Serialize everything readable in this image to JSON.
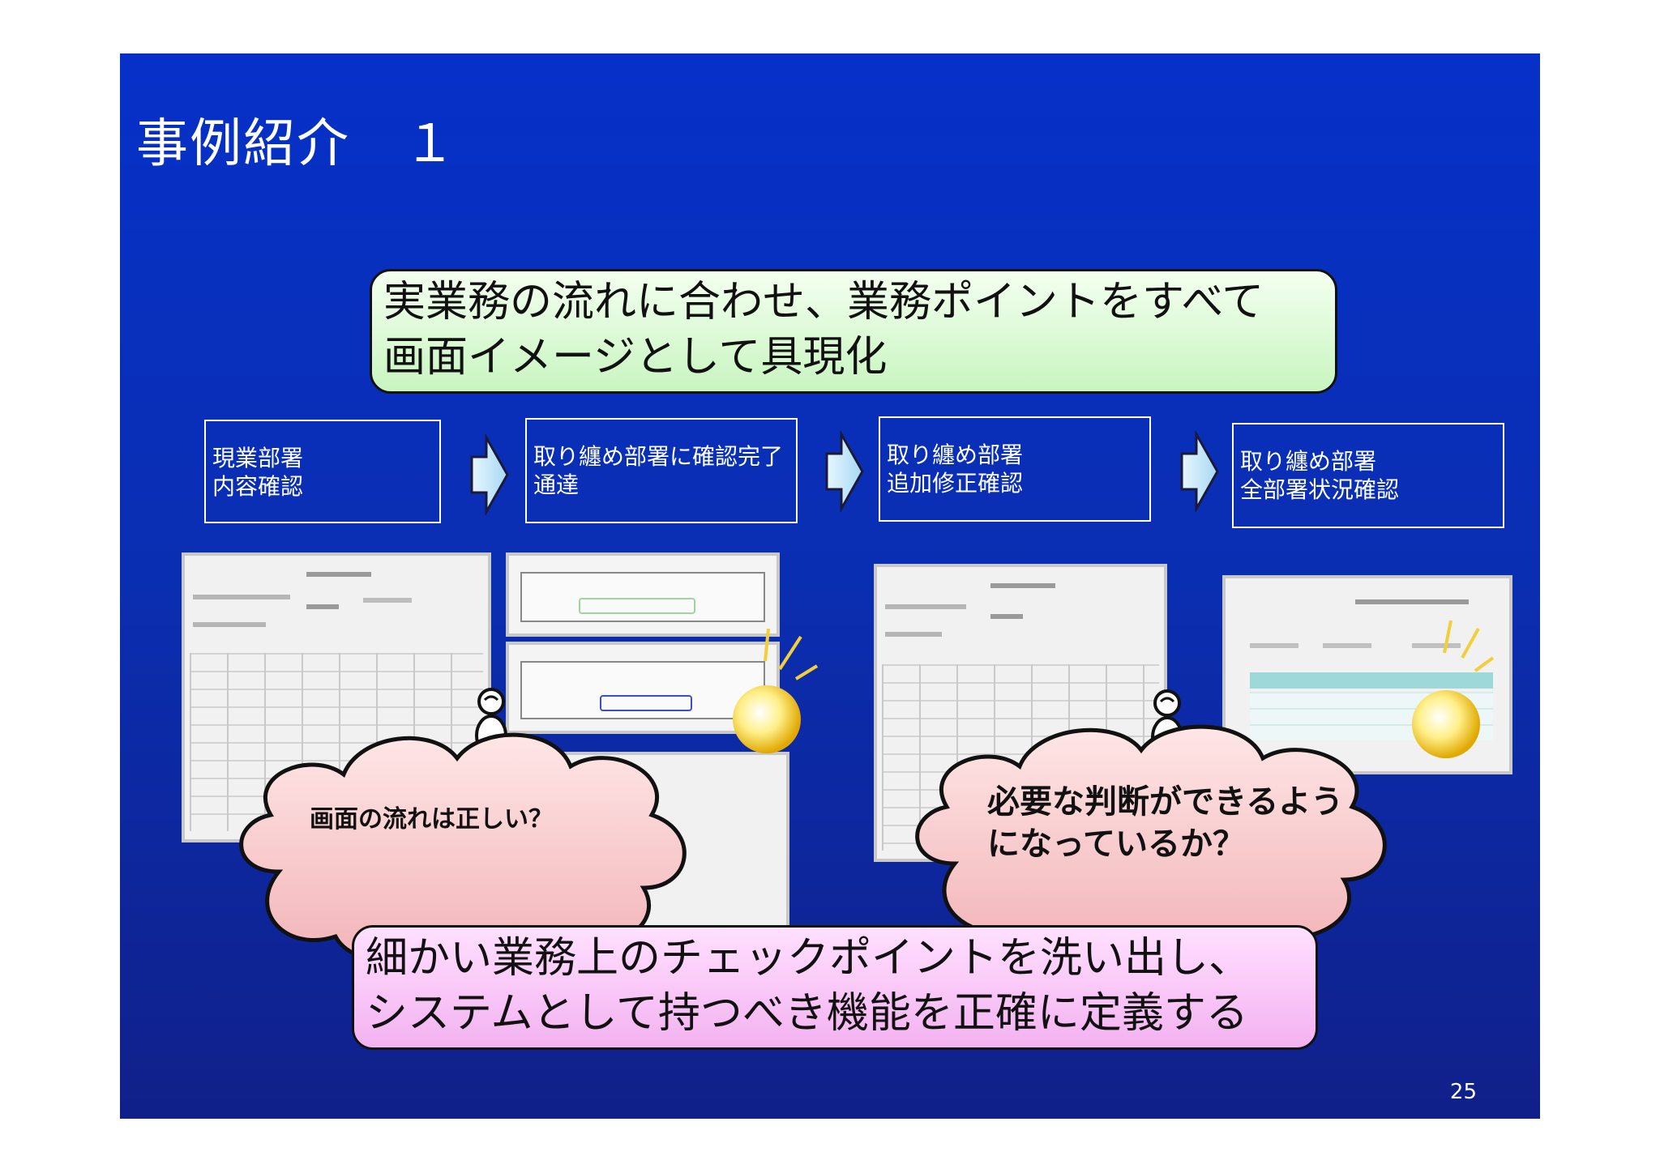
{
  "slide": {
    "title": "事例紹介　１",
    "page_number": "25"
  },
  "callouts": {
    "top": {
      "line1": "実業務の流れに合わせ、業務ポイントをすべて",
      "line2": "画面イメージとして具現化"
    },
    "bottom": {
      "line1": "細かい業務上のチェックポイントを洗い出し、",
      "line2": "システムとして持つべき機能を正確に定義する"
    }
  },
  "steps": [
    {
      "line1": "現業部署",
      "line2": "内容確認"
    },
    {
      "line1": "取り纏め部署に確認完了",
      "line2": "通達"
    },
    {
      "line1": "取り纏め部署",
      "line2": "追加修正確認"
    },
    {
      "line1": "取り纏め部署",
      "line2": "全部署状況確認"
    }
  ],
  "clouds": [
    {
      "text": "画面の流れは正しい？"
    },
    {
      "line1": "必要な判断ができるよう",
      "line2": "になっているか？"
    }
  ],
  "colors": {
    "slide_bg": "#0a2fb4",
    "callout_top": "#c8f5c0",
    "callout_bottom": "#f3b2f0",
    "cloud": "#f7c6c8"
  }
}
